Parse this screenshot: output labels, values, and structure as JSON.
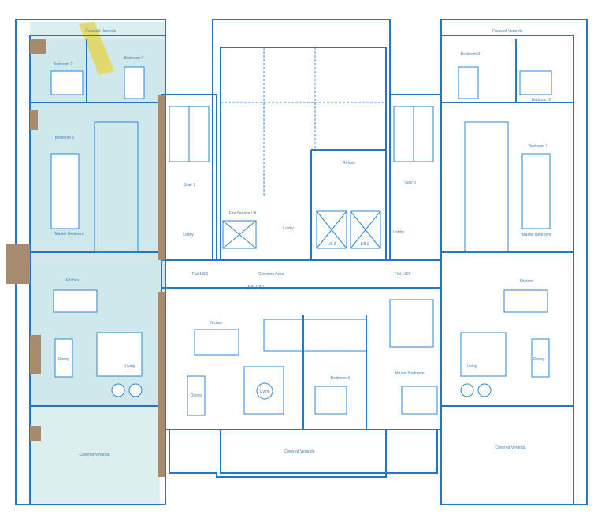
{
  "colors": {
    "line": "#2276c4",
    "shade": "#cfe8ec",
    "veranda_shade": "#dcefef",
    "wall": "#a88b6e",
    "highlight": "#e8d23a"
  },
  "left_flat": {
    "veranda_top": "Covered Veranda",
    "bedroom2": "Bedroom 2",
    "bedroom3": "Bedroom 3",
    "bedroom1": "Bedroom 1",
    "master": "Master Bedroom",
    "kitchen": "Kitchen",
    "dining": "Dining",
    "living": "Living",
    "veranda_bottom": "Covered Veranda"
  },
  "core": {
    "stair1": "Stair 1",
    "lobby1": "Lobby",
    "fire_lift": "Fire Service Lift",
    "lobby_main": "Lobby",
    "refuse": "Refuse",
    "lift2": "Lift 2",
    "lift1": "Lift 1",
    "stair2": "Stair 2",
    "lobby2": "Lobby",
    "common_area": "Common Area",
    "flat_left": "Flat 1301",
    "flat_mid": "Flat 1302",
    "flat_right": "Flat 1303"
  },
  "mid_flat": {
    "kitchen": "Kitchen",
    "dining": "Dining",
    "living": "Living",
    "bedroom1": "Bedroom 1",
    "master": "Master Bedroom",
    "veranda": "Covered Veranda"
  },
  "right_flat": {
    "veranda_top": "Covered Veranda",
    "bedroom3": "Bedroom 3",
    "bedroom2": "Bedroom 2",
    "bedroom1": "Bedroom 1",
    "master": "Master Bedroom",
    "kitchen": "Kitchen",
    "living": "Living",
    "dining": "Dining",
    "veranda_bottom": "Covered Veranda"
  }
}
